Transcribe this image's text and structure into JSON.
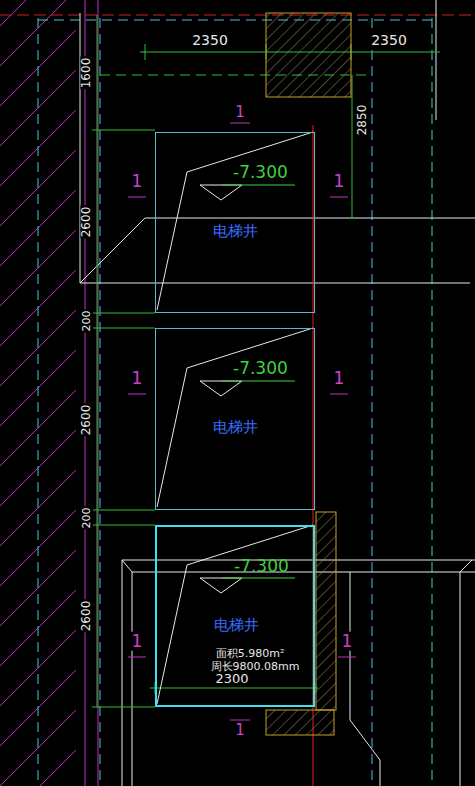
{
  "diagram": {
    "nodes": [
      {
        "text": [
          "-7.300",
          "电梯井"
        ]
      },
      {
        "text": [
          "-7.300",
          "电梯井"
        ]
      },
      {
        "text": [
          "-7.300",
          "电梯井"
        ]
      }
    ],
    "labels": [
      "2350",
      "2350",
      "1600",
      "2850",
      "1",
      "1",
      "1",
      "2600",
      "200",
      "1",
      "1",
      "2600",
      "200",
      "1",
      "1",
      "2600",
      "面积5.980m²",
      "周长9800.08mm",
      "2300",
      "1"
    ]
  }
}
